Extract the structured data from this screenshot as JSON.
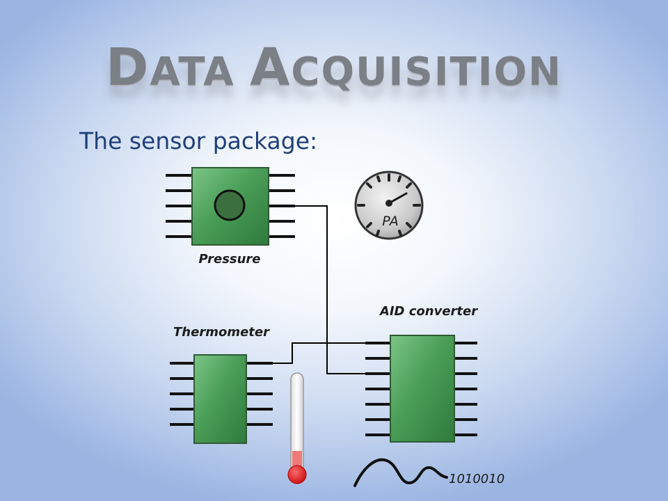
{
  "slide": {
    "title_first": "D",
    "title_rest1": "ATA ",
    "title_second": "A",
    "title_rest2": "CQUISITION",
    "subtitle": "The sensor package:"
  },
  "diagram": {
    "pressure_label": "Pressure",
    "gauge_label": "PA",
    "thermometer_label": "Thermometer",
    "converter_label": "AID converter",
    "output_bits": "1010010"
  },
  "colors": {
    "chip_green": "#3f9a4c",
    "chip_outline": "#2e5a34",
    "wire": "#000000",
    "thermo_red": "#e01818",
    "title_grey": "#7b7f86",
    "subtitle_blue": "#1f3f7a"
  }
}
